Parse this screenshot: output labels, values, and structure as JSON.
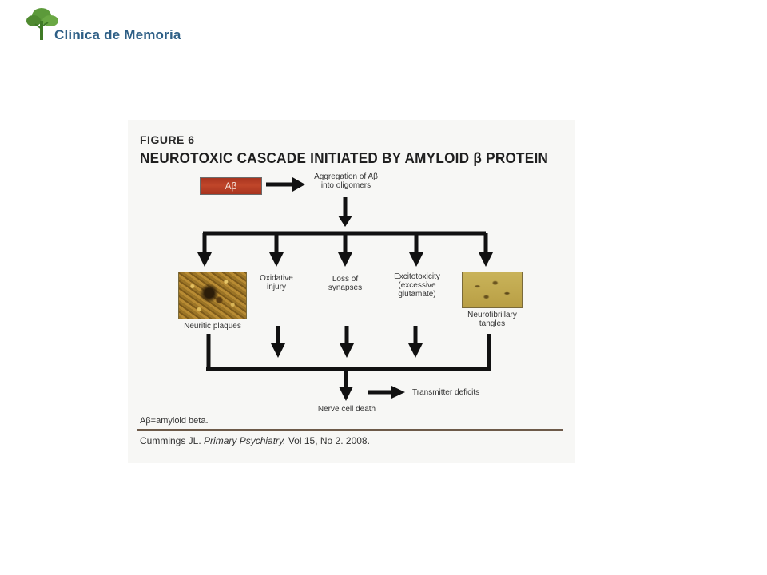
{
  "brand": {
    "name": "Clínica de Memoria",
    "color": "#2e5f86",
    "icon": "tree-icon"
  },
  "figure": {
    "label": "FIGURE 6",
    "title": "NEUROTOXIC CASCADE INITIATED BY AMYLOID β PROTEIN",
    "source_box": "Aβ",
    "aggregation_line1": "Aggregation of Aβ",
    "aggregation_line2": "into oligomers",
    "outcomes": {
      "plaques": "Neuritic plaques",
      "oxidative_line1": "Oxidative",
      "oxidative_line2": "injury",
      "synapses_line1": "Loss of",
      "synapses_line2": "synapses",
      "excito_line1": "Excitotoxicity",
      "excito_line2": "(excessive",
      "excito_line3": "glutamate)",
      "tangles_line1": "Neurofibrillary",
      "tangles_line2": "tangles"
    },
    "end_node": "Nerve cell death",
    "side_node": "Transmitter deficits",
    "footnote": "Aβ=amyloid beta.",
    "citation_author": "Cummings JL.",
    "citation_journal": "Primary Psychiatry.",
    "citation_detail": "Vol 15, No 2. 2008.",
    "colors": {
      "ab_box": "#b63c24",
      "arrow": "#111111",
      "rule": "#6d5a49"
    }
  }
}
